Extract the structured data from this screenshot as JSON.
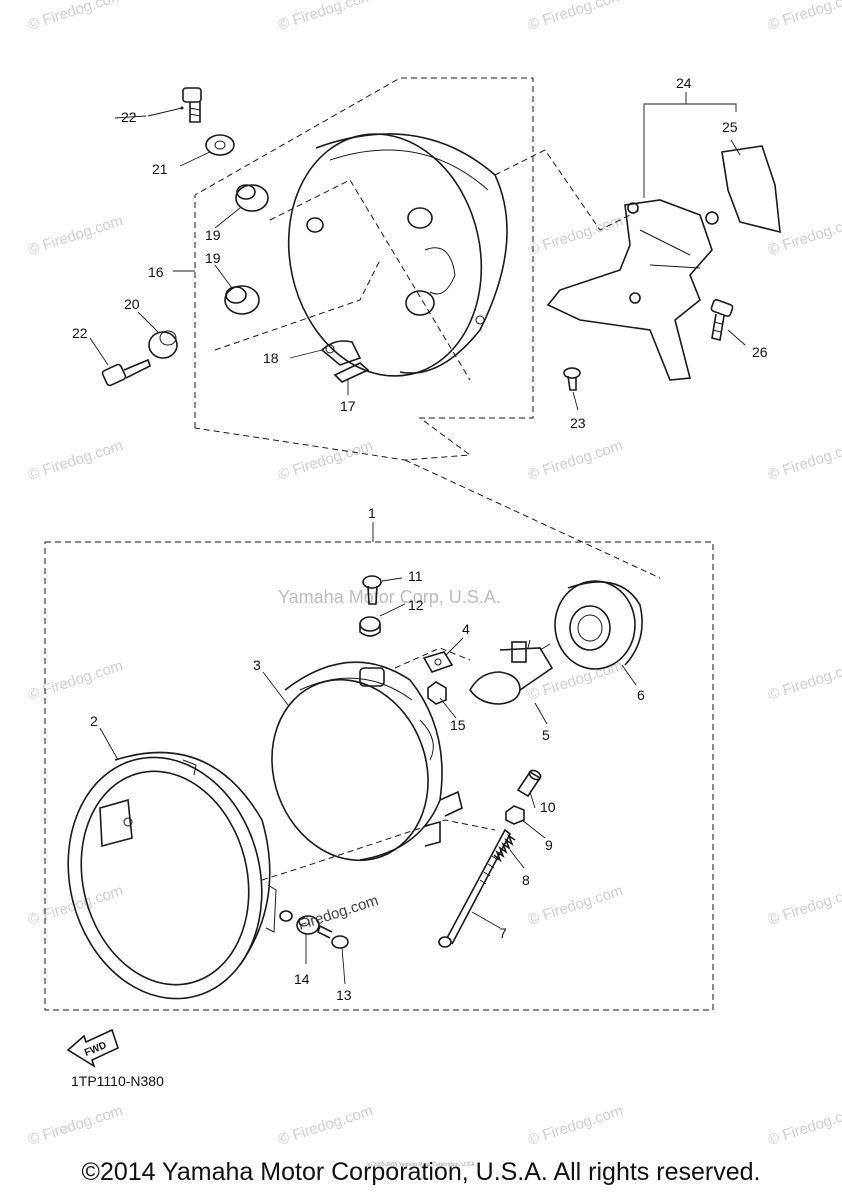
{
  "diagram": {
    "code": "1TP1110-N380",
    "fwd_label": "FWD",
    "center_watermark": "Yamaha Motor Corp, U.S.A.",
    "watermark": "© Firedog.com",
    "inline_watermark": "Firedog.com",
    "callouts": [
      "1",
      "2",
      "3",
      "4",
      "5",
      "6",
      "7",
      "8",
      "9",
      "10",
      "11",
      "12",
      "13",
      "14",
      "15",
      "16",
      "17",
      "18",
      "19",
      "19",
      "20",
      "21",
      "22",
      "22",
      "23",
      "24",
      "25",
      "26"
    ]
  },
  "footer": {
    "copyright": "©2014 Yamaha Motor Corporation, U.S.A. All rights reserved.",
    "tiny_note": "(c) 2005-2015 Yamaha Motor Corporation, U.S.A."
  }
}
